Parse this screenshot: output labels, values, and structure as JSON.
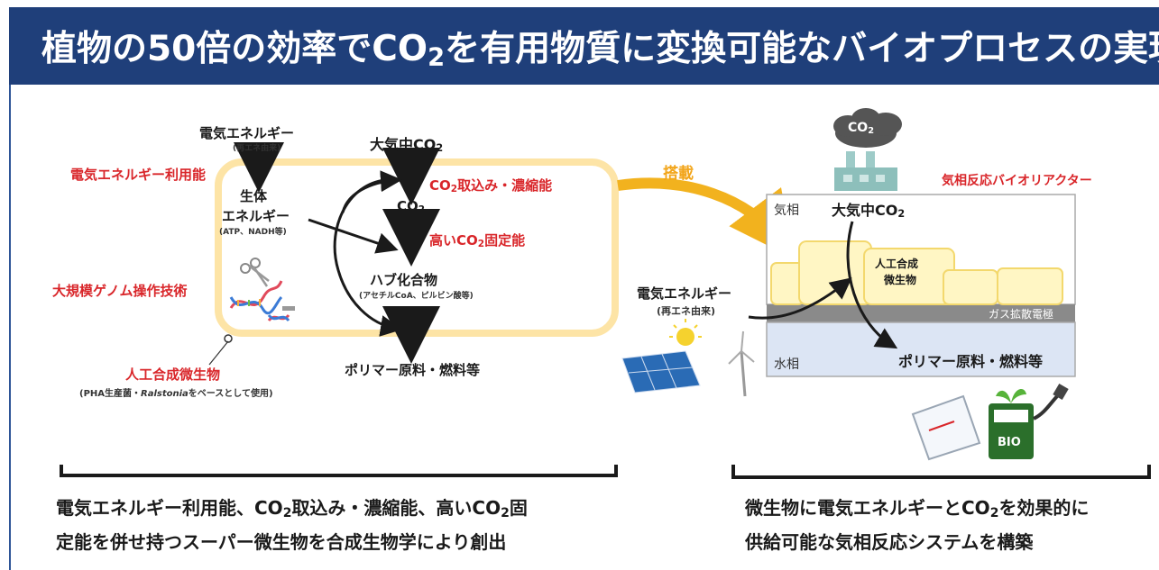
{
  "title": {
    "prefix": "植物の50倍の効率でCO",
    "sub": "2",
    "suffix": "を有用物質に変換可能なバイオプロセスの実現"
  },
  "left": {
    "electric_energy": "電気エネルギー",
    "electric_energy_origin": "(再エネ由来)",
    "electric_use": "電気エネルギー利用能",
    "bio_energy_1": "生体",
    "bio_energy_2": "エネルギー",
    "bio_energy_note": "(ATP、NADH等)",
    "genome_tech": "大規模ゲノム操作技術",
    "artificial_microbe": "人工合成微生物",
    "microbe_note_pre": "(PHA生産菌・",
    "microbe_note_italic": "Ralstonia",
    "microbe_note_post": "をベースとして使用)",
    "atmos_co2": "大気中CO",
    "co2": "CO",
    "uptake_pre": "CO",
    "uptake_post": "取込み・濃縮能",
    "fixation_pre": "高いCO",
    "fixation_post": "固定能",
    "hub": "ハブ化合物",
    "hub_note": "(アセチルCoA、ピルビン酸等)",
    "product": "ポリマー原料・燃料等",
    "sub2": "2"
  },
  "arrow_label": "搭載",
  "right": {
    "reactor_title": "気相反応バイオリアクター",
    "co2_cloud": "CO",
    "gas_phase": "気相",
    "atmos_co2": "大気中CO",
    "microbe_1": "人工合成",
    "microbe_2": "微生物",
    "gas_electrode": "ガス拡散電極",
    "water_phase": "水相",
    "product": "ポリマー原料・燃料等",
    "electric_energy": "電気エネルギー",
    "electric_energy_origin": "(再エネ由来)",
    "bio_label": "BIO",
    "sub2": "2"
  },
  "bottom_left": {
    "line1_a": "電気エネルギー利用能、CO",
    "line1_b": "取込み・濃縮能、高いCO",
    "line1_c": "固",
    "line2": "定能を併せ持つスーパー微生物を合成生物学により創出",
    "sub2": "2"
  },
  "bottom_right": {
    "line1_a": "微生物に電気エネルギーとCO",
    "line1_b": "を効果的に",
    "line2": "供給可能な気相反応システムを構築",
    "sub2": "2"
  },
  "colors": {
    "title_bg": "#1f3f7a",
    "red": "#d9262a",
    "orange": "#f2a51a",
    "cell_border": "#fde4a6",
    "gas_phase": "#ffffff",
    "microbe_fill": "#fff6c4",
    "electrode": "#8a8a8a",
    "water_phase": "#dce5f4"
  }
}
